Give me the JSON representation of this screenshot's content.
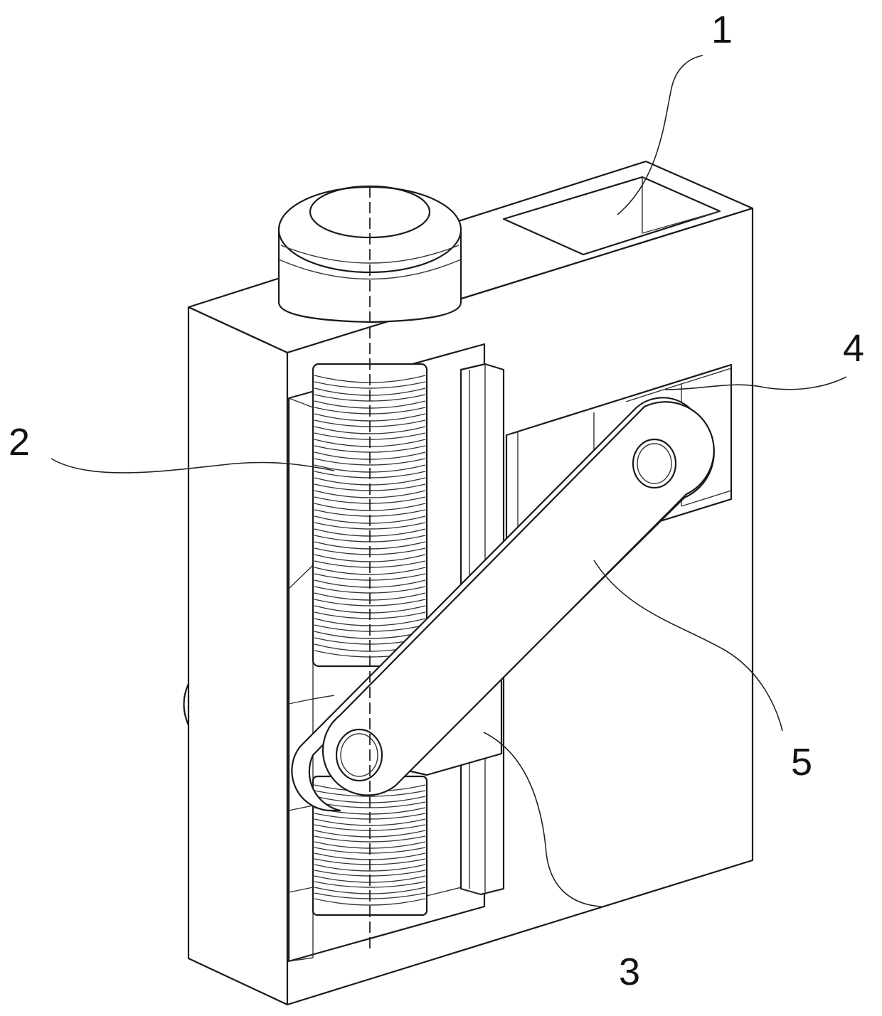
{
  "labels": [
    {
      "id": "part-1",
      "text": "1"
    },
    {
      "id": "part-2",
      "text": "2"
    },
    {
      "id": "part-3",
      "text": "3"
    },
    {
      "id": "part-4",
      "text": "4"
    },
    {
      "id": "part-5",
      "text": "5"
    }
  ],
  "colors": {
    "line": "#1a1a1a",
    "background": "#ffffff"
  }
}
